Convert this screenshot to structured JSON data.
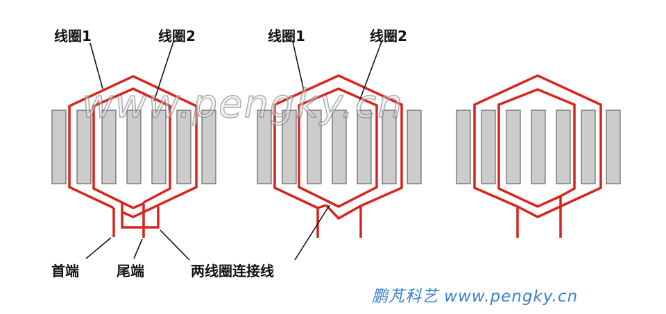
{
  "diagram": {
    "panels": [
      {
        "id": "panel-1",
        "labels": {
          "coil1": "线圈1",
          "coil2": "线圈2",
          "start_end": "首端",
          "tail_end": "尾端",
          "connection": "两线圈连接线"
        }
      },
      {
        "id": "panel-2",
        "labels": {
          "coil1": "线圈1",
          "coil2": "线圈2"
        }
      },
      {
        "id": "panel-3",
        "labels": {}
      }
    ],
    "watermark": "www.pengky.cn",
    "brand": "鹏芃科艺 www.pengky.cn",
    "colors": {
      "coil": "#d9231d",
      "slot_fill": "#cccccc",
      "slot_stroke": "#666666",
      "leader": "#111111",
      "brand": "#3b7fd0"
    }
  }
}
